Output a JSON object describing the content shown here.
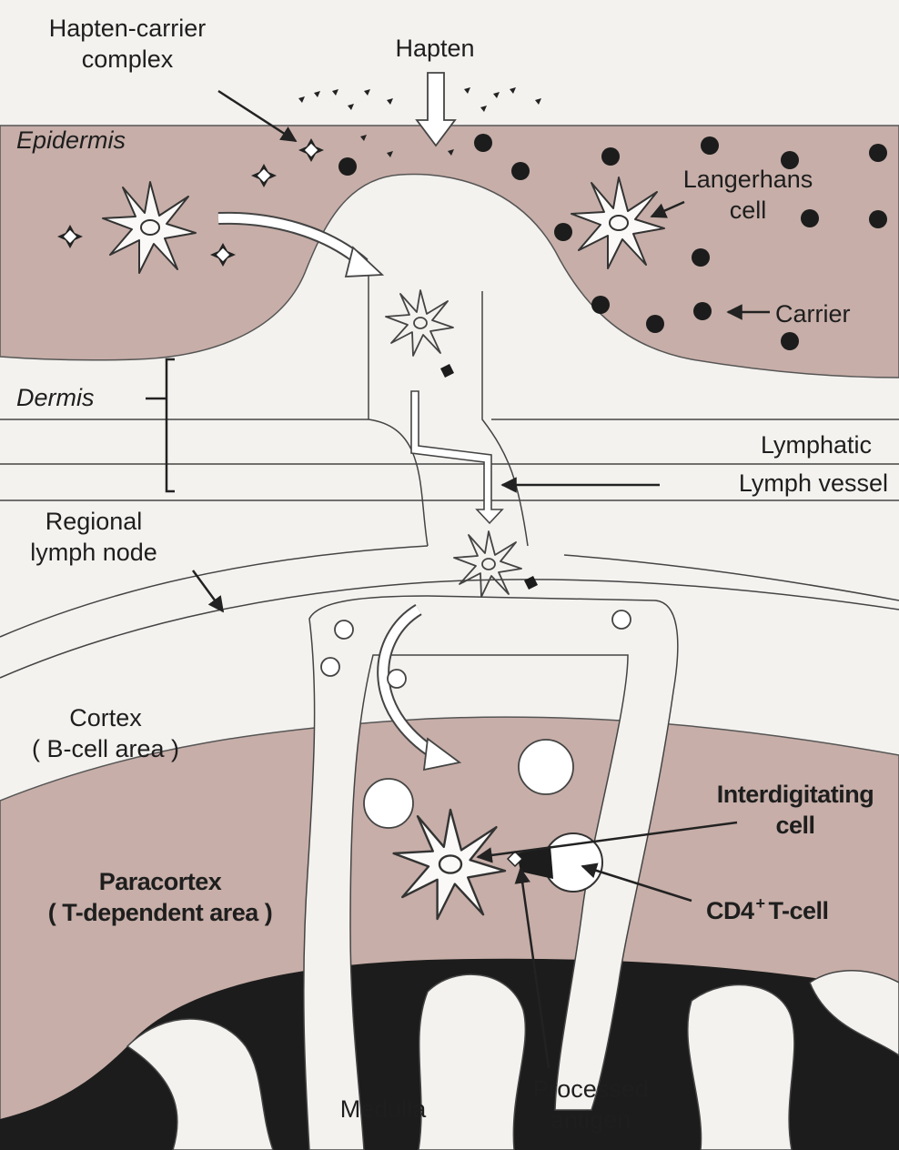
{
  "labels": {
    "hapten_carrier_complex": [
      "Hapten-carrier",
      "complex"
    ],
    "hapten": "Hapten",
    "epidermis": "Epidermis",
    "langerhans_cell": [
      "Langerhans",
      "cell"
    ],
    "carrier": "Carrier",
    "dermis": "Dermis",
    "lymphatic": "Lymphatic",
    "lymph_vessel": "Lymph vessel",
    "regional_lymph_node": [
      "Regional",
      "lymph node"
    ],
    "cortex": [
      "Cortex",
      "( B-cell area )"
    ],
    "interdigitating_cell": [
      "Interdigitating",
      "cell"
    ],
    "paracortex": [
      "Paracortex",
      "( T-dependent area )"
    ],
    "cd4_t_cell": {
      "prefix": "CD4",
      "sup": "+",
      "suffix": "T-cell"
    },
    "medulla": "Medulla",
    "processed_antigen": [
      "Processed",
      "antigen"
    ]
  },
  "colors": {
    "background": "#f4f2ef",
    "tissue": "#c7aea8",
    "medulla": "#1c1c1c",
    "outline": "#333333",
    "text": "#1e1e1e"
  }
}
